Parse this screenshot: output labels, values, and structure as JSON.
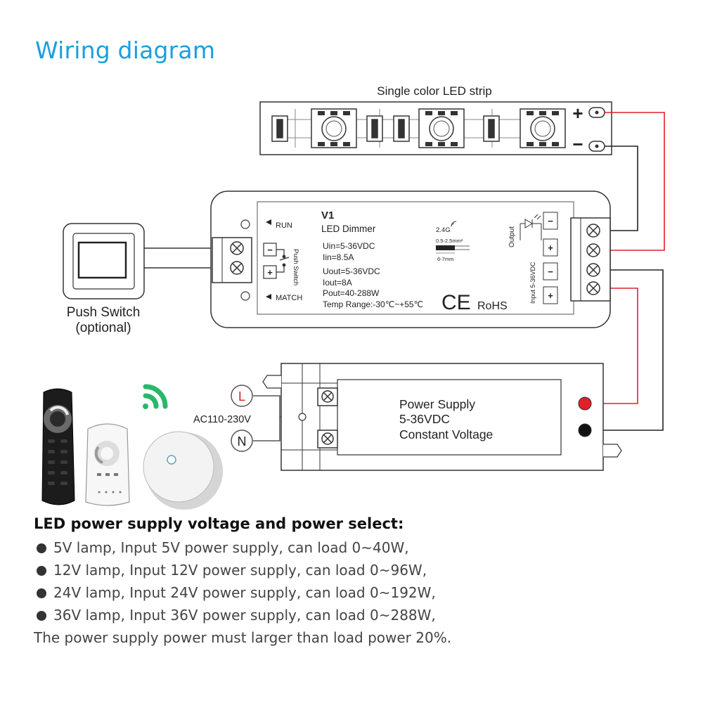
{
  "title": "Wiring diagram",
  "colors": {
    "title": "#1a9fde",
    "positive_wire": "#e0202a",
    "negative_wire": "#222222"
  },
  "led_strip": {
    "label": "Single color LED strip",
    "plus": "+",
    "minus": "−"
  },
  "controller": {
    "model": "V1",
    "name": "LED Dimmer",
    "uin": "Uin=5-36VDC",
    "iin": "Iin=8.5A",
    "uout": "Uout=5-36VDC",
    "iout": "Iout=8A",
    "pout": "Pout=40-288W",
    "temp": "Temp Range:-30℃~+55℃",
    "run": "RUN",
    "match": "MATCH",
    "push_switch_label": "Push Switch",
    "freq": "2.4G",
    "wire_spec_top": "0.5-2.5mm²",
    "wire_spec_bottom": "6-7mm",
    "ce": "CE",
    "rohs": "RoHS",
    "output_label": "Output",
    "input_label": "Input 5-36VDC",
    "minus": "−",
    "plus": "+"
  },
  "push_switch": {
    "line1": "Push Switch",
    "line2": "(optional)"
  },
  "power_supply": {
    "line1": "Power Supply",
    "line2": "5-36VDC",
    "line3": "Constant Voltage",
    "ac_label": "AC110-230V",
    "live": "L",
    "neutral": "N"
  },
  "remote_icons": [
    "remote-control-dark-icon",
    "remote-control-white-icon",
    "wifi-signal-icon",
    "wall-panel-remote-icon"
  ],
  "notes": {
    "heading": "LED power supply voltage and power select:",
    "items": [
      "5V lamp, Input 5V power supply, can load 0~40W,",
      "12V lamp, Input 12V power supply, can load 0~96W,",
      "24V lamp, Input 24V power supply, can load 0~192W,",
      "36V lamp, Input 36V power supply, can load 0~288W,"
    ],
    "footer": "The power supply power must larger than load power 20%."
  }
}
